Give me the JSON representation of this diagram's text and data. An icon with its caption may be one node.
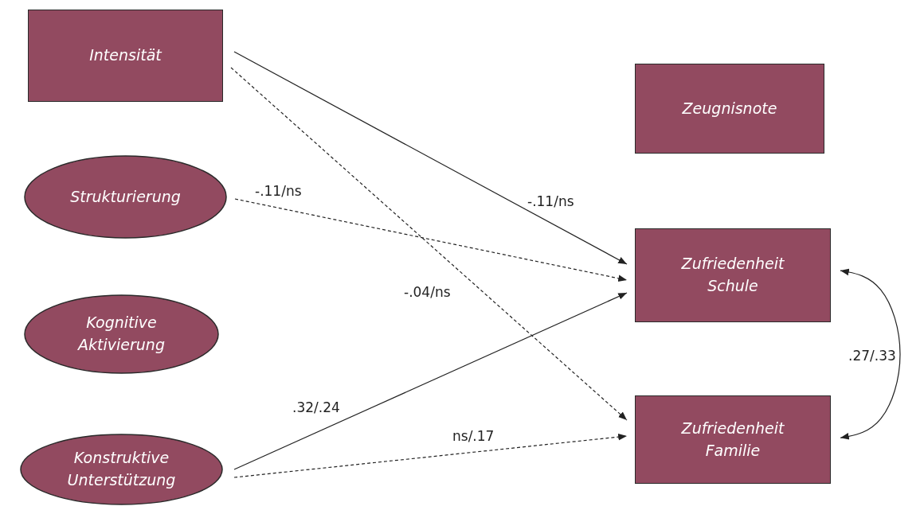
{
  "diagram": {
    "nodes": [
      {
        "text": [
          "Intensität"
        ]
      },
      {
        "text": [
          "Strukturierung"
        ]
      },
      {
        "text": [
          "Kognitive Aktivierung"
        ]
      },
      {
        "text": [
          "Konstruktive Unterstützung"
        ]
      },
      {
        "text": [
          "Zeugnisnote"
        ]
      },
      {
        "text": [
          "Zufriedenheit Schule"
        ]
      },
      {
        "text": [
          "Zufriedenheit Familie"
        ]
      }
    ],
    "edges": [
      {
        "from": 0,
        "to": 5,
        "arrow": "to",
        "label": "-.11/ns"
      },
      {
        "from": 0,
        "to": 6,
        "arrow": "to",
        "label": "-.04/ns",
        "style": "dashed"
      },
      {
        "from": 1,
        "to": 5,
        "arrow": "to",
        "label": "-.11/ns",
        "style": "dashed"
      },
      {
        "from": 3,
        "to": 5,
        "arrow": "to",
        "label": ".32/.24"
      },
      {
        "from": 3,
        "to": 6,
        "arrow": "to",
        "label": "ns/.17",
        "style": "dashed"
      },
      {
        "from": 5,
        "to": 6,
        "arrow": "both",
        "label": ".27/.33"
      }
    ]
  }
}
